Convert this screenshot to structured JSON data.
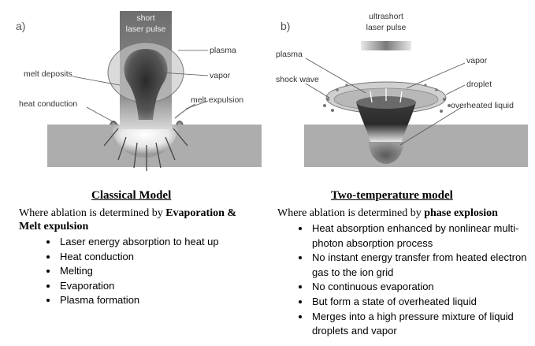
{
  "left": {
    "panel_label": "a)",
    "diagram_labels": {
      "pulse_line1": "short",
      "pulse_line2": "laser pulse",
      "plasma": "plasma",
      "vapor": "vapor",
      "melt_deposits": "melt deposits",
      "heat_conduction": "heat conduction",
      "melt_expulsion": "melt expulsion"
    },
    "title": "Classical Model",
    "desc_prefix": "Where ablation is determined by ",
    "desc_bold": "Evaporation & Melt expulsion",
    "bullets": [
      "Laser energy absorption to heat up",
      "Heat conduction",
      "Melting",
      "Evaporation",
      "Plasma formation"
    ]
  },
  "right": {
    "panel_label": "b)",
    "diagram_labels": {
      "pulse_line1": "ultrashort",
      "pulse_line2": "laser pulse",
      "plasma": "plasma",
      "vapor": "vapor",
      "shock_wave": "shock wave",
      "droplet": "droplet",
      "overheated_liquid": "overheated liquid"
    },
    "title": "Two-temperature model",
    "desc_prefix": "Where ablation is determined by ",
    "desc_bold": "phase explosion",
    "bullets": [
      "Heat absorption enhanced by nonlinear multi-photon absorption process",
      "No instant energy transfer from heated electron gas to the ion grid",
      "No continuous evaporation",
      "But form a state of overheated liquid",
      "Merges into a high pressure mixture of liquid droplets and vapor"
    ]
  }
}
